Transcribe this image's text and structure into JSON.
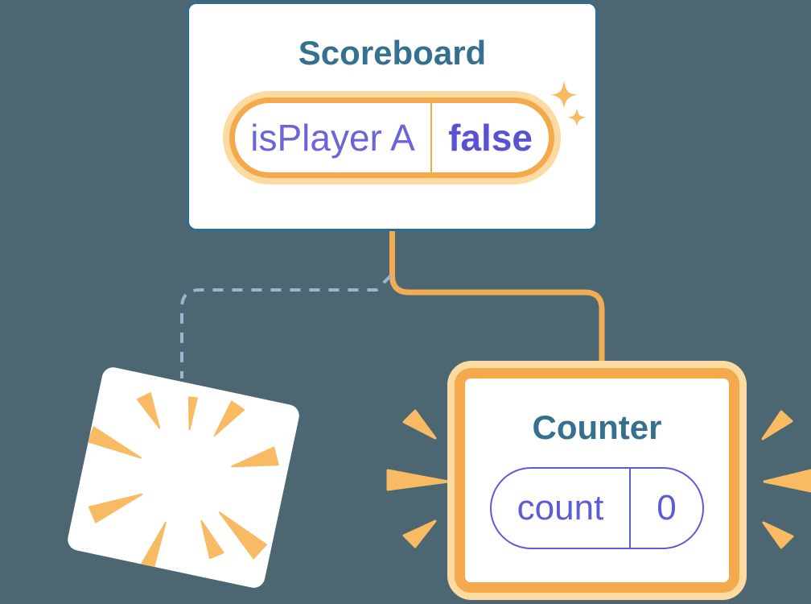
{
  "diagram": {
    "scoreboard": {
      "title": "Scoreboard",
      "state": {
        "name": "isPlayer A",
        "value": "false"
      }
    },
    "counter": {
      "title": "Counter",
      "state": {
        "name": "count",
        "value": "0"
      }
    },
    "colors": {
      "background": "#4C6672",
      "card_border_blue": "#2F6E94",
      "title_teal": "#35708E",
      "accent_orange": "#F5A94D",
      "orange_halo": "#FBDBA2",
      "ray_orange": "#F8BA63",
      "state_key_purple": "#6B65D8",
      "state_value_purple": "#5A52D4",
      "count_pill_purple": "#5C5CD6",
      "dashed_line_blue": "#98B7CC"
    },
    "icons": {
      "sparkles": "sparkles-icon",
      "explosion": "explosion-burst-icon",
      "emphasis_left": "burst-left-icon",
      "emphasis_right": "burst-right-icon"
    }
  }
}
